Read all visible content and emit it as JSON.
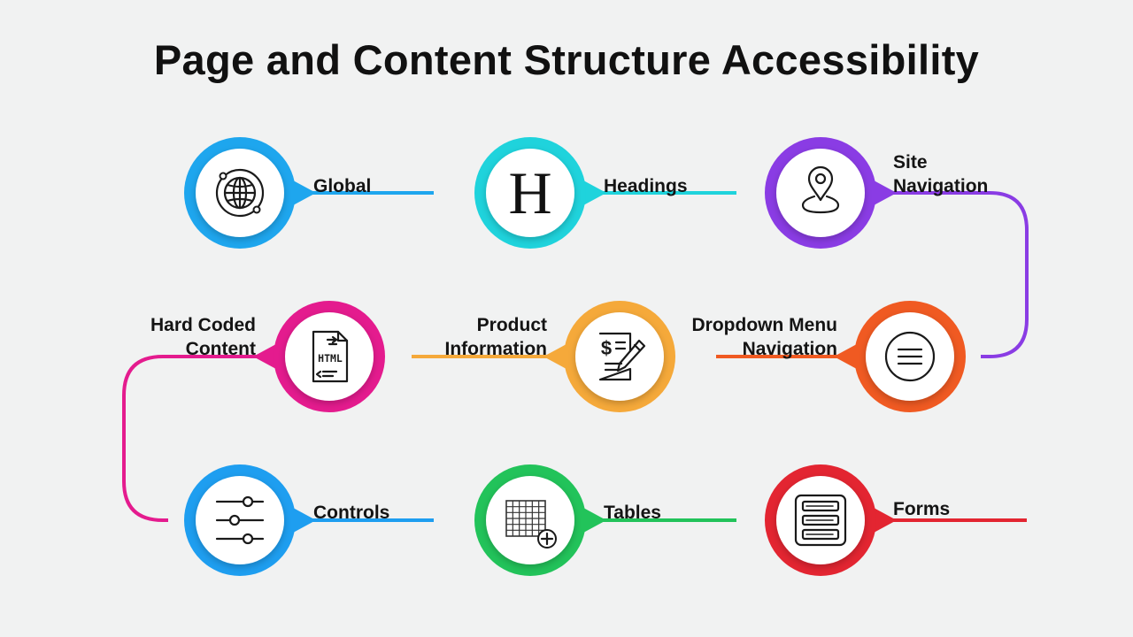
{
  "title": "Page and Content Structure Accessibility",
  "nodes": [
    {
      "id": "global",
      "lines": [
        "Global"
      ],
      "icon": "globe-icon",
      "color": "#1ea6ee"
    },
    {
      "id": "headings",
      "lines": [
        "Headings"
      ],
      "icon": "heading-h-icon",
      "color": "#1fd3dc"
    },
    {
      "id": "site-navigation",
      "lines": [
        "Site",
        "Navigation"
      ],
      "icon": "map-pin-icon",
      "color": "#8a3ce4"
    },
    {
      "id": "dropdown-menu-navigation",
      "lines": [
        "Dropdown Menu",
        "Navigation"
      ],
      "icon": "menu-icon",
      "color": "#f05a22"
    },
    {
      "id": "product-information",
      "lines": [
        "Product",
        "Information"
      ],
      "icon": "invoice-edit-icon",
      "color": "#f5a93a"
    },
    {
      "id": "hard-coded-content",
      "lines": [
        "Hard Coded",
        "Content"
      ],
      "icon": "html-file-icon",
      "color": "#e41b8e"
    },
    {
      "id": "controls",
      "lines": [
        "Controls"
      ],
      "icon": "sliders-icon",
      "color": "#1e9ef0"
    },
    {
      "id": "tables",
      "lines": [
        "Tables"
      ],
      "icon": "table-add-icon",
      "color": "#22c35a"
    },
    {
      "id": "forms",
      "lines": [
        "Forms"
      ],
      "icon": "form-fields-icon",
      "color": "#e32531"
    }
  ],
  "icon_text": {
    "heading_letter": "H",
    "html_tag": "HTML"
  }
}
